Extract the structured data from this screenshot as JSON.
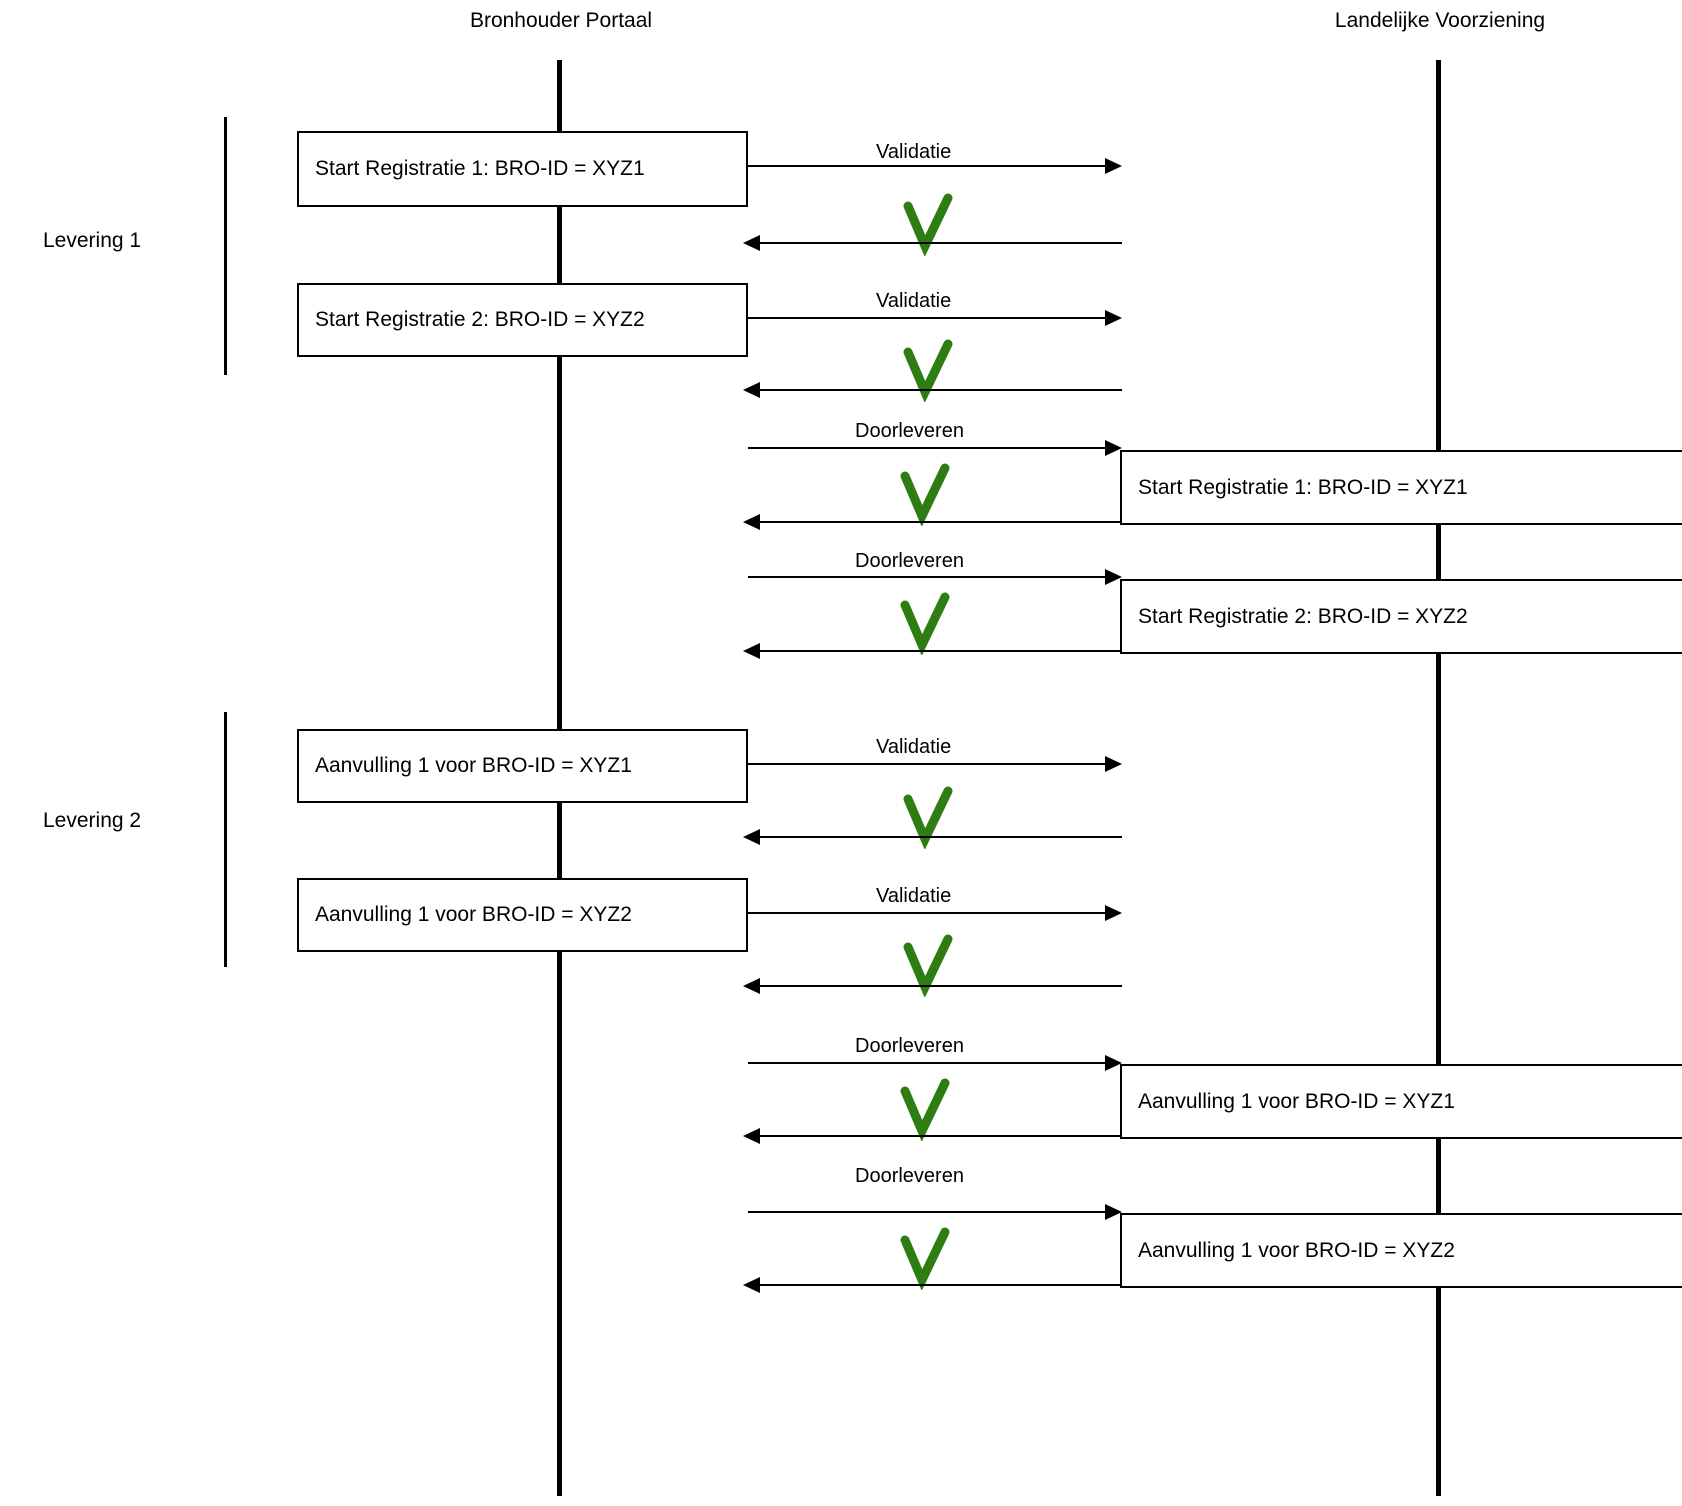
{
  "diagram": {
    "type": "sequence-diagram",
    "title_left": "Bronhouder Portaal",
    "title_right": "Landelijke Voorziening",
    "accent_green": "#2E7D12",
    "line_color": "#000000",
    "background": "#FFFFFF",
    "groups": [
      {
        "id": "levering-1",
        "label": "Levering 1"
      },
      {
        "id": "levering-2",
        "label": "Levering 2"
      }
    ],
    "left_boxes": [
      {
        "id": "lb1",
        "label": "Start Registratie 1: BRO-ID = XYZ1"
      },
      {
        "id": "lb2",
        "label": "Start Registratie 2: BRO-ID = XYZ2"
      },
      {
        "id": "lb3",
        "label": "Aanvulling 1 voor BRO-ID = XYZ1"
      },
      {
        "id": "lb4",
        "label": "Aanvulling 1 voor BRO-ID = XYZ2"
      }
    ],
    "right_boxes": [
      {
        "id": "rb1",
        "label": "Start Registratie 1: BRO-ID = XYZ1"
      },
      {
        "id": "rb2",
        "label": "Start Registratie 2: BRO-ID = XYZ2"
      },
      {
        "id": "rb3",
        "label": "Aanvulling 1 voor BRO-ID = XYZ1"
      },
      {
        "id": "rb4",
        "label": "Aanvulling 1 voor BRO-ID = XYZ2"
      }
    ],
    "messages": [
      {
        "id": "m1",
        "label": "Validatie",
        "direction": "right",
        "status": "ok"
      },
      {
        "id": "m2",
        "label": "",
        "direction": "left",
        "status": "ok"
      },
      {
        "id": "m3",
        "label": "Validatie",
        "direction": "right",
        "status": "ok"
      },
      {
        "id": "m4",
        "label": "",
        "direction": "left",
        "status": "ok"
      },
      {
        "id": "m5",
        "label": "Doorleveren",
        "direction": "right",
        "status": "ok"
      },
      {
        "id": "m6",
        "label": "",
        "direction": "left",
        "status": "ok"
      },
      {
        "id": "m7",
        "label": "Doorleveren",
        "direction": "right",
        "status": "ok"
      },
      {
        "id": "m8",
        "label": "",
        "direction": "left",
        "status": "ok"
      },
      {
        "id": "m9",
        "label": "Validatie",
        "direction": "right",
        "status": "ok"
      },
      {
        "id": "m10",
        "label": "",
        "direction": "left",
        "status": "ok"
      },
      {
        "id": "m11",
        "label": "Validatie",
        "direction": "right",
        "status": "ok"
      },
      {
        "id": "m12",
        "label": "",
        "direction": "left",
        "status": "ok"
      },
      {
        "id": "m13",
        "label": "Doorleveren",
        "direction": "right",
        "status": "ok"
      },
      {
        "id": "m14",
        "label": "",
        "direction": "left",
        "status": "ok"
      },
      {
        "id": "m15",
        "label": "Doorleveren",
        "direction": "right",
        "status": "ok"
      },
      {
        "id": "m16",
        "label": "",
        "direction": "left",
        "status": "ok"
      }
    ],
    "check_icon_name": "green-checkmark-icon"
  }
}
